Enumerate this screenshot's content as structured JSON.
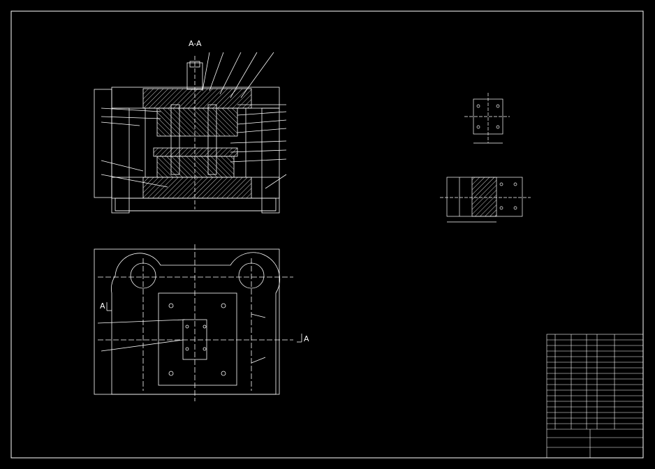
{
  "section_title": "A-A",
  "section_marks": {
    "left": "A",
    "right": "A"
  },
  "colors": {
    "background": "#000000",
    "line": "#ffffff",
    "text": "#ffffff",
    "dimension": "#ffffff"
  }
}
